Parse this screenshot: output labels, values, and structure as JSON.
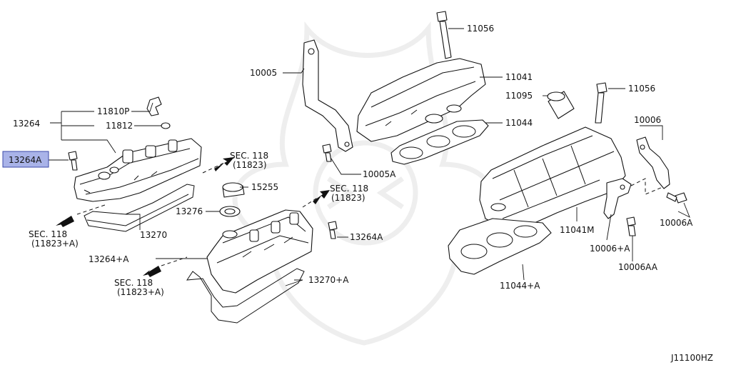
{
  "diagram_id": "J11100HZ",
  "highlight_color": "#a9b3e8",
  "line_color": "#111111",
  "callouts": {
    "p13264": "13264",
    "p11810P": "11810P",
    "p11812": "11812",
    "p13264A_hl": "13264A",
    "sec118_a_line1": "SEC. 118",
    "sec118_a_line2": "(11823)",
    "sec118_b_line1": "SEC. 118",
    "sec118_b_line2": "(11823+A)",
    "p13270": "13270",
    "p15255": "15255",
    "p13276": "13276",
    "sec118_c_line1": "SEC. 118",
    "sec118_c_line2": "(11823)",
    "p13264A_right": "13264A",
    "p13264plusA": "13264+A",
    "sec118_d_line1": "SEC. 118",
    "sec118_d_line2": "(11823+A)",
    "p13270plusA": "13270+A",
    "p10005": "10005",
    "p10005A": "10005A",
    "p11056_top": "11056",
    "p11041": "11041",
    "p11095": "11095",
    "p11044": "11044",
    "p11056_right": "11056",
    "p10006": "10006",
    "p10006A": "10006A",
    "p11041M": "11041M",
    "p10006plusA": "10006+A",
    "p10006AA": "10006AA",
    "p11044plusA": "11044+A"
  }
}
